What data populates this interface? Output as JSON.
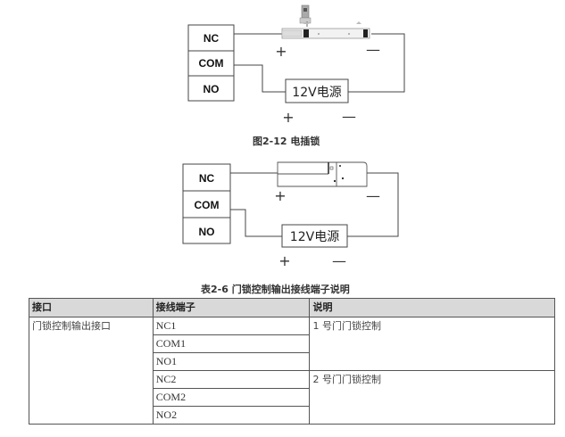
{
  "figure1": {
    "terminals": [
      "NC",
      "COM",
      "NO"
    ],
    "power_label": "12V电源",
    "lock_plus": "+",
    "lock_minus": "—",
    "psu_plus": "+",
    "psu_minus": "—",
    "caption": "图2-12  电插锁"
  },
  "figure2": {
    "terminals": [
      "NC",
      "COM",
      "NO"
    ],
    "power_label": "12V电源",
    "lock_plus": "+",
    "lock_minus": "—",
    "psu_plus": "+",
    "psu_minus": "—"
  },
  "table": {
    "caption": "表2-6  门锁控制输出接线端子说明",
    "headers": [
      "接口",
      "接线端子",
      "说明"
    ],
    "interface": "门锁控制输出接口",
    "terminals": [
      "NC1",
      "COM1",
      "NO1",
      "NC2",
      "COM2",
      "NO2"
    ],
    "descriptions": [
      "1 号门门锁控制",
      "2 号门门锁控制"
    ]
  }
}
